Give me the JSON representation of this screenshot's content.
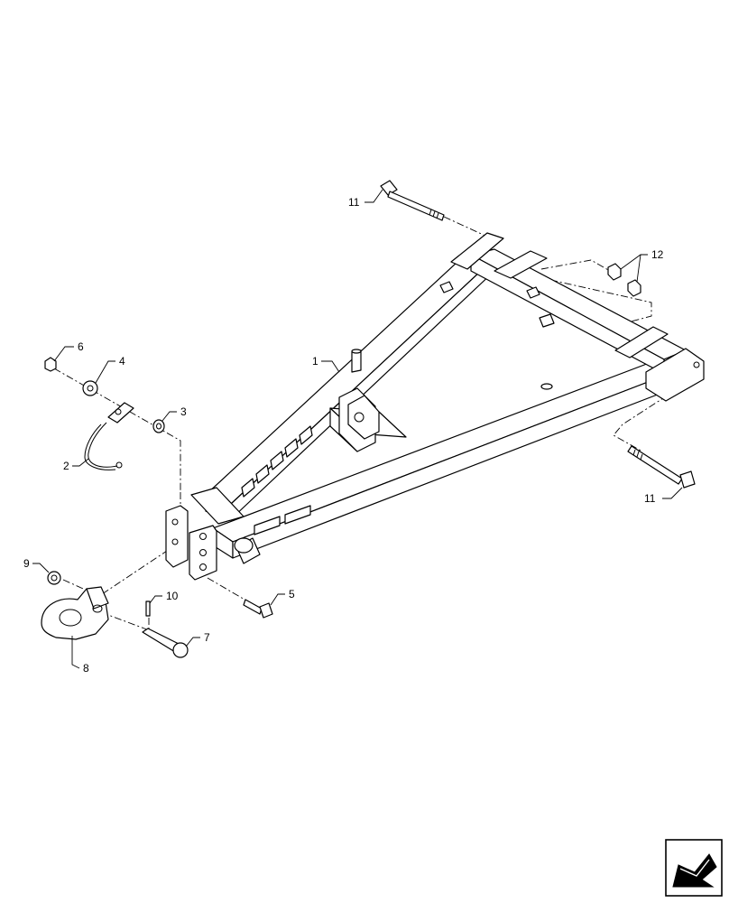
{
  "callouts": {
    "c1": "1",
    "c2": "2",
    "c3": "3",
    "c4": "4",
    "c5": "5",
    "c6": "6",
    "c7": "7",
    "c8": "8",
    "c9": "9",
    "c10": "10",
    "c11a": "11",
    "c11b": "11",
    "c12": "12"
  },
  "icons": {
    "nav": "navigate-arrow-icon"
  }
}
